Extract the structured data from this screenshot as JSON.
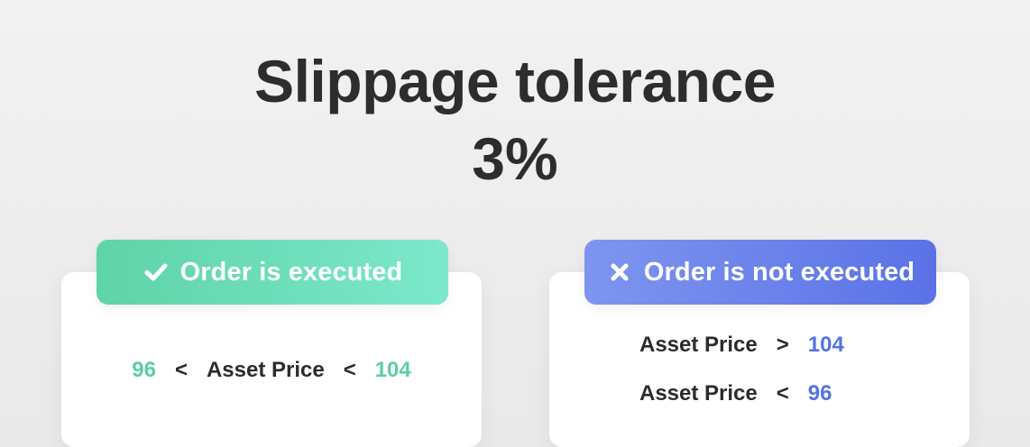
{
  "header": {
    "title": "Slippage tolerance",
    "value": "3%"
  },
  "executed": {
    "badge_label": "Order is executed",
    "icon": "check-icon",
    "color": "#5fd3a8",
    "condition": {
      "lower": "96",
      "op1": "<",
      "subject": "Asset Price",
      "op2": "<",
      "upper": "104"
    }
  },
  "not_executed": {
    "badge_label": "Order is not executed",
    "icon": "close-icon",
    "color": "#5a72e6",
    "conditions": [
      {
        "subject": "Asset Price",
        "op": ">",
        "value": "104"
      },
      {
        "subject": "Asset Price",
        "op": "<",
        "value": "96"
      }
    ]
  }
}
